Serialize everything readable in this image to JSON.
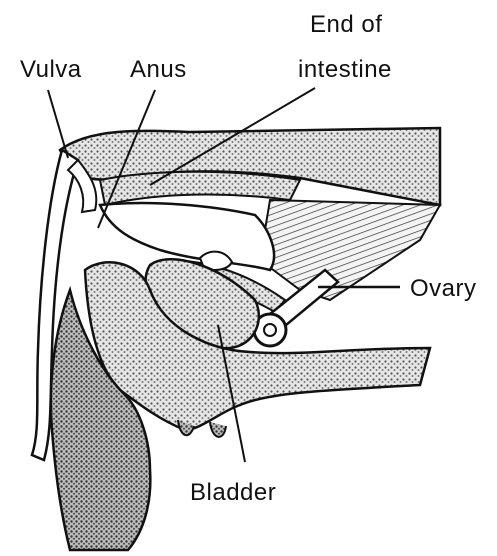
{
  "labels": {
    "vulva": "Vulva",
    "anus": "Anus",
    "end_of_intestine_line1": "End of",
    "end_of_intestine_line2": "intestine",
    "ovary": "Ovary",
    "bladder": "Bladder"
  },
  "colors": {
    "ink": "#111111",
    "stipple": "#7a7a7a",
    "background": "#ffffff"
  }
}
